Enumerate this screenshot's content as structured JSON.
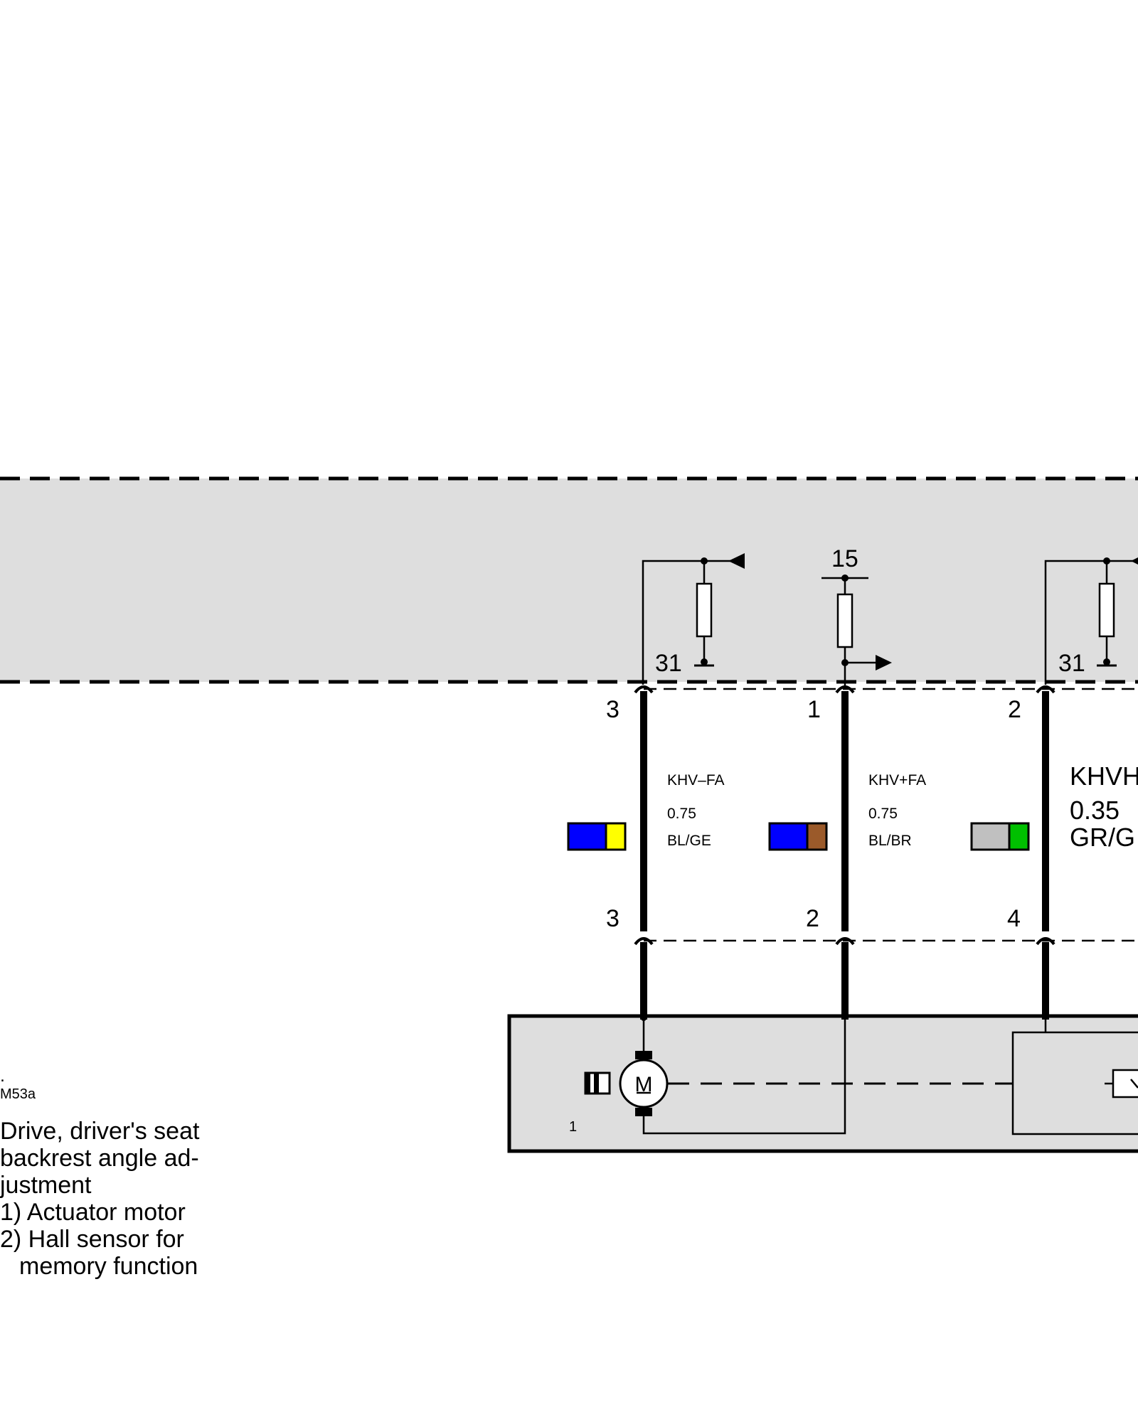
{
  "component": {
    "prefix": ".",
    "code": "M53a",
    "title_lines": [
      "Drive, driver's seat",
      "backrest angle ad-",
      "justment"
    ],
    "items": [
      {
        "label": "1) Actuator motor"
      },
      {
        "label": "2) Hall sensor for",
        "continuation": "memory function"
      }
    ],
    "motor_symbol": "M",
    "motor_pin_label": "1"
  },
  "terminals": {
    "ground_left": "31",
    "ignition": "15",
    "ground_right": "31"
  },
  "wires": [
    {
      "name": "KHV–FA",
      "gauge": "0.75",
      "color_code": "BL/GE",
      "pin_top": "3",
      "pin_bottom": "3",
      "colors": [
        "#0000ff",
        "#ffff00"
      ]
    },
    {
      "name": "KHV+FA",
      "gauge": "0.75",
      "color_code": "BL/BR",
      "pin_top": "1",
      "pin_bottom": "2",
      "colors": [
        "#0000ff",
        "#9b5a2a"
      ]
    },
    {
      "name": "KHVH",
      "gauge": "0.35",
      "color_code": "GR/G",
      "pin_top": "2",
      "pin_bottom": "4",
      "colors": [
        "#c0c0c0",
        "#00c000"
      ]
    }
  ],
  "colors": {
    "module_fill": "#dedede",
    "line": "#000000"
  }
}
